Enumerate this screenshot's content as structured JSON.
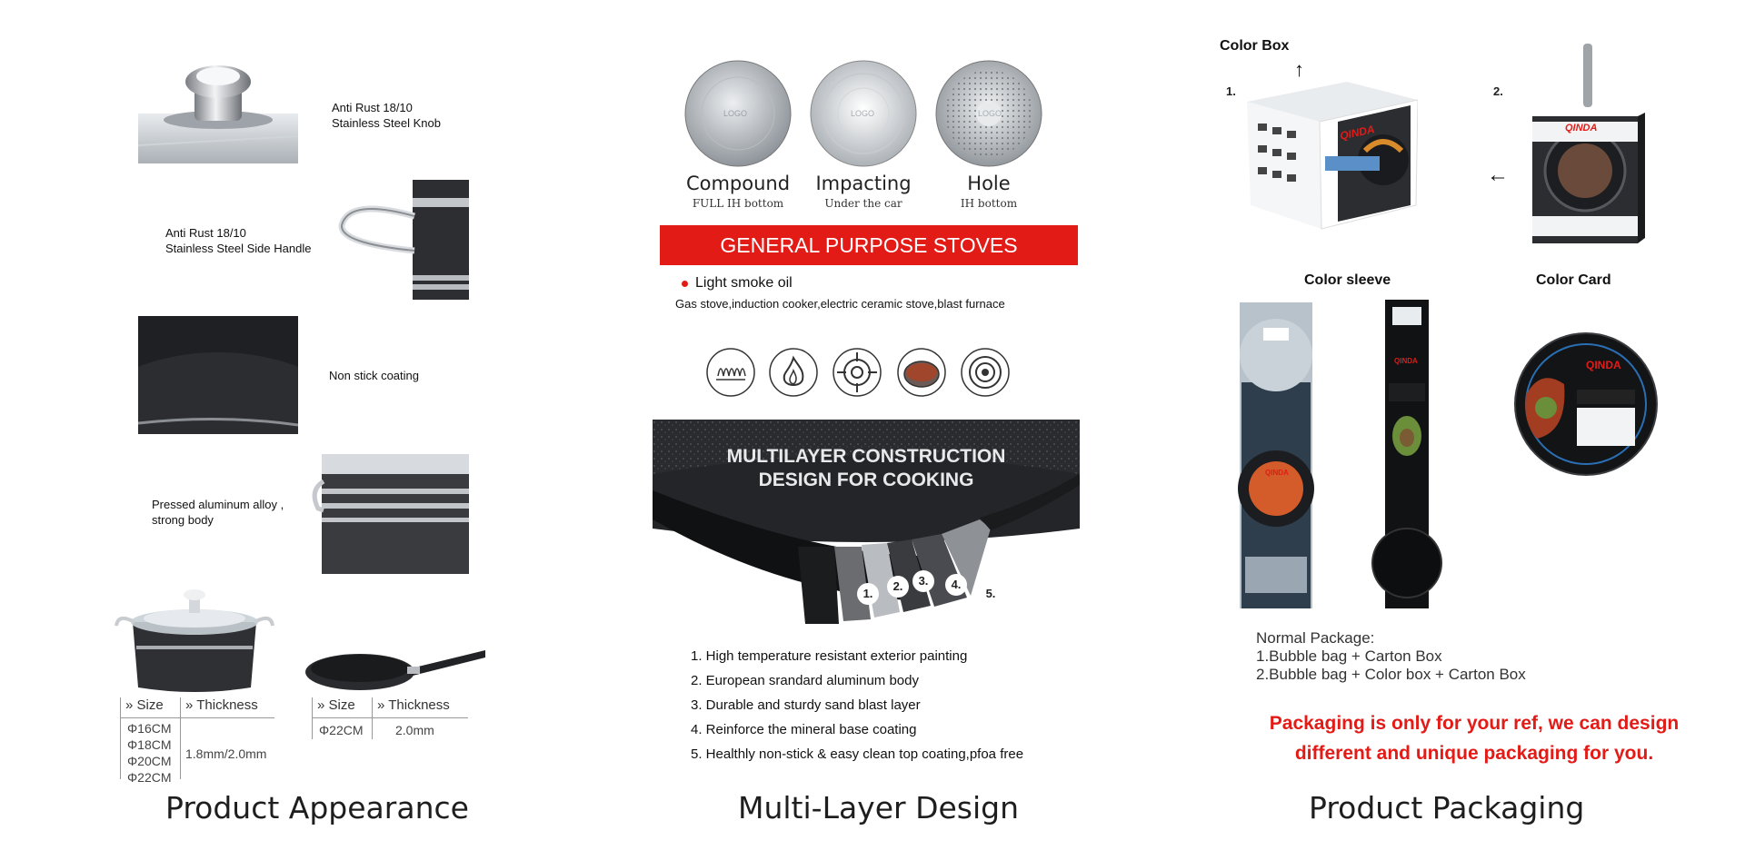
{
  "sections": {
    "appearance": "Product Appearance",
    "multilayer": "Multi-Layer Design",
    "packaging": "Product Packaging"
  },
  "appearance": {
    "knob_label_1": "Anti Rust 18/10",
    "knob_label_2": "Stainless Steel Knob",
    "handle_label_1": "Anti Rust 18/10",
    "handle_label_2": "Stainless Steel Side Handle",
    "coating_label": "Non stick coating",
    "body_label_1": "Pressed aluminum alloy ,",
    "body_label_2": "strong body",
    "pot_table": {
      "size_header": "Size",
      "thickness_header": "Thickness",
      "sizes": [
        "Φ16CM",
        "Φ18CM",
        "Φ20CM",
        "Φ22CM"
      ],
      "thickness": "1.8mm/2.0mm"
    },
    "pan_table": {
      "size_header": "Size",
      "thickness_header": "Thickness",
      "sizes": [
        "Φ22CM"
      ],
      "thickness": "2.0mm"
    }
  },
  "multilayer": {
    "bottoms": [
      {
        "name": "Compound",
        "sub": "FULL IH bottom",
        "logo": "LOGO"
      },
      {
        "name": "Impacting",
        "sub": "Under the car",
        "logo": "LOGO"
      },
      {
        "name": "Hole",
        "sub": "IH bottom",
        "logo": "LOGO"
      }
    ],
    "banner": "GENERAL PURPOSE STOVES",
    "bullet": "Light smoke oil",
    "stoves": "Gas stove,induction cooker,electric ceramic stove,blast furnace",
    "stove_icons": [
      "induction-coil-icon",
      "flame-icon",
      "gas-burner-icon",
      "ceramic-plate-icon",
      "electric-hob-icon"
    ],
    "construction_title_1": "MULTILAYER CONSTRUCTION",
    "construction_title_2": "DESIGN FOR COOKING",
    "layer_numbers": [
      "1.",
      "2.",
      "3.",
      "4.",
      "5."
    ],
    "features": [
      "1. High temperature resistant exterior painting",
      "2. European srandard aluminum body",
      "3. Durable and sturdy sand blast layer",
      "4. Reinforce the mineral base coating",
      "5. Healthly non-stick & easy clean top coating,pfoa free"
    ]
  },
  "packaging": {
    "color_box": "Color Box",
    "num1": "1.",
    "num2": "2.",
    "brand": "QINDA",
    "color_sleeve": "Color sleeve",
    "color_card": "Color Card",
    "normal_package": "Normal Package:",
    "option1": "1.Bubble bag + Carton Box",
    "option2": "2.Bubble bag + Color box + Carton Box",
    "red_note_1": "Packaging is only for your ref, we can design",
    "red_note_2": "different and unique packaging for you."
  },
  "colors": {
    "accent_red": "#e31b17",
    "pan_black": "#1c1c1e",
    "steel": "#c9ccd0"
  }
}
